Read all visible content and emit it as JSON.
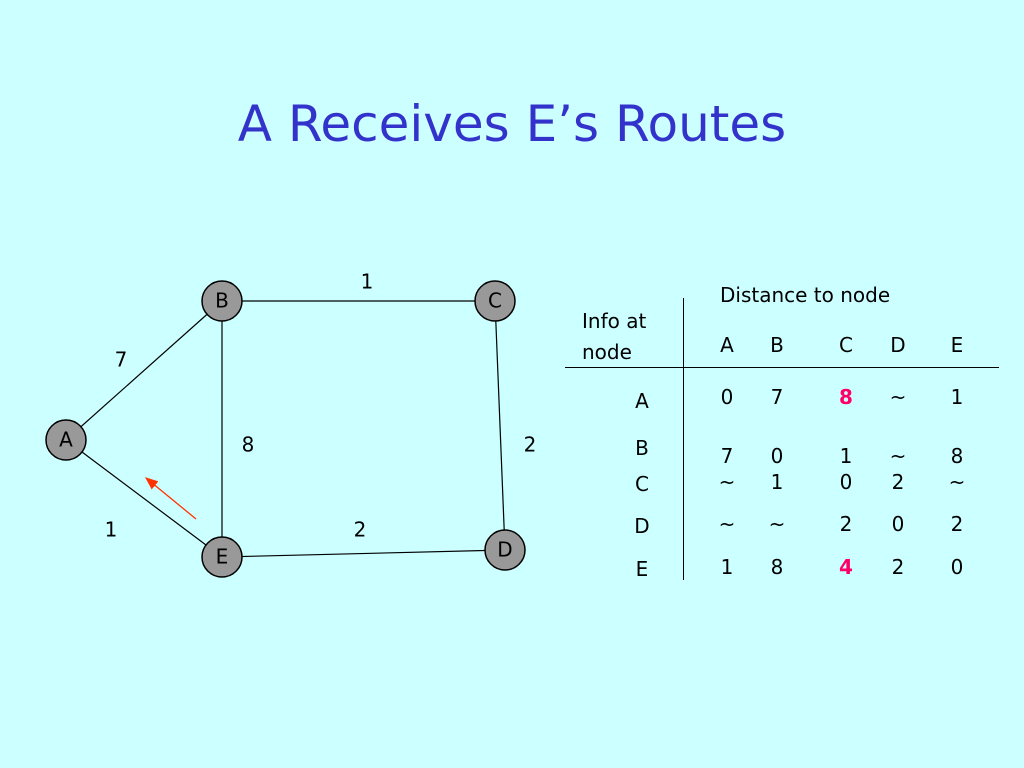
{
  "title": "A Receives E’s Routes",
  "graph": {
    "nodes": [
      {
        "id": "A",
        "label": "A"
      },
      {
        "id": "B",
        "label": "B"
      },
      {
        "id": "C",
        "label": "C"
      },
      {
        "id": "D",
        "label": "D"
      },
      {
        "id": "E",
        "label": "E"
      }
    ],
    "edges": [
      {
        "from": "A",
        "to": "B",
        "cost": "7"
      },
      {
        "from": "B",
        "to": "C",
        "cost": "1"
      },
      {
        "from": "C",
        "to": "D",
        "cost": "2"
      },
      {
        "from": "B",
        "to": "E",
        "cost": "8"
      },
      {
        "from": "E",
        "to": "D",
        "cost": "2"
      },
      {
        "from": "A",
        "to": "E",
        "cost": "1"
      }
    ],
    "message_arrow": {
      "from": "E",
      "to": "A",
      "color": "#ff3300"
    }
  },
  "table": {
    "column_group_header": "Distance to node",
    "row_group_header_line1": "Info at",
    "row_group_header_line2": "node",
    "columns": [
      "A",
      "B",
      "C",
      "D",
      "E"
    ],
    "rows": [
      {
        "node": "A",
        "values": [
          "0",
          "7",
          "8",
          "~",
          "1"
        ]
      },
      {
        "node": "B",
        "values": [
          "7",
          "0",
          "1",
          "~",
          "8"
        ]
      },
      {
        "node": "C",
        "values": [
          "~",
          "1",
          "0",
          "2",
          "~"
        ]
      },
      {
        "node": "D",
        "values": [
          "~",
          "~",
          "2",
          "0",
          "2"
        ]
      },
      {
        "node": "E",
        "values": [
          "1",
          "8",
          "4",
          "2",
          "0"
        ]
      }
    ],
    "highlight_color": "#ff0066",
    "highlighted_cells": [
      {
        "row": "A",
        "col": "C"
      },
      {
        "row": "E",
        "col": "C"
      }
    ]
  },
  "colors": {
    "background": "#ccffff",
    "title": "#3333cc",
    "node_fill": "#999999"
  }
}
